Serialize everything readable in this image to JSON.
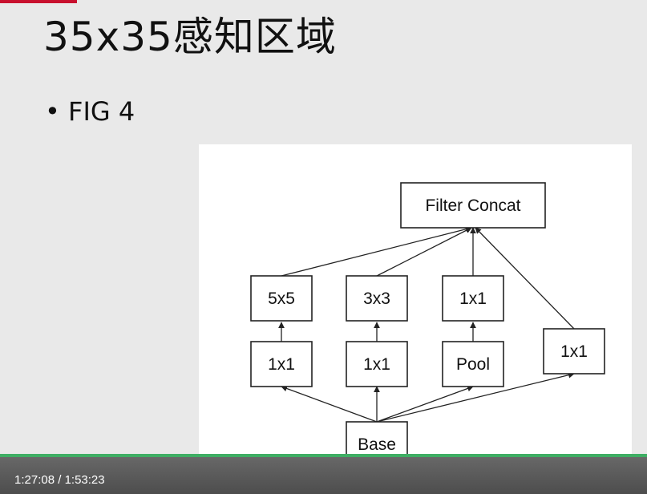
{
  "slide": {
    "title": "35x35感知区域",
    "bullet": "• FIG 4"
  },
  "diagram": {
    "top_node": "Filter Concat",
    "row_upper": [
      "5x5",
      "3x3",
      "1x1"
    ],
    "row_lower": [
      "1x1",
      "1x1",
      "Pool"
    ],
    "side_node": "1x1",
    "base_node": "Base"
  },
  "player": {
    "current_time": "1:27:08",
    "separator": "/",
    "total_time": "1:53:23",
    "progress_fraction": 0.768
  },
  "colors": {
    "accent_red": "#c8102e",
    "progress_green": "#3fae64"
  }
}
